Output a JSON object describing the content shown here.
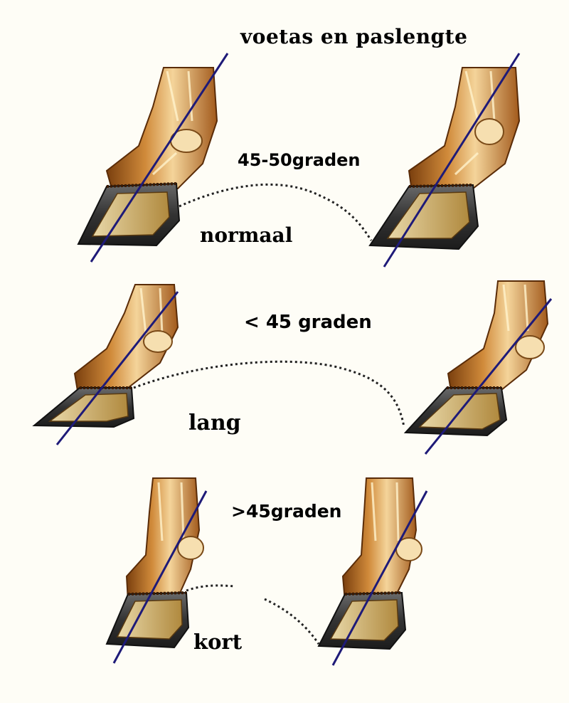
{
  "title": "voetas en paslengte",
  "rows": [
    {
      "angle_text": "45-50graden",
      "name": "normaal"
    },
    {
      "angle_text": "< 45 graden",
      "name": "lang"
    },
    {
      "angle_text": ">45graden",
      "name": "kort"
    }
  ],
  "colors": {
    "axis_line": "#1e1a78",
    "hoof_wall": "#3a3a3a",
    "bone": "#f3d9a4",
    "tendon": "#c77a2a",
    "shadow": "#6b3a10",
    "dotted_path": "#222222"
  },
  "icons": [
    "horse-hoof-illustration",
    "hoof-axis-line",
    "stride-arc"
  ]
}
